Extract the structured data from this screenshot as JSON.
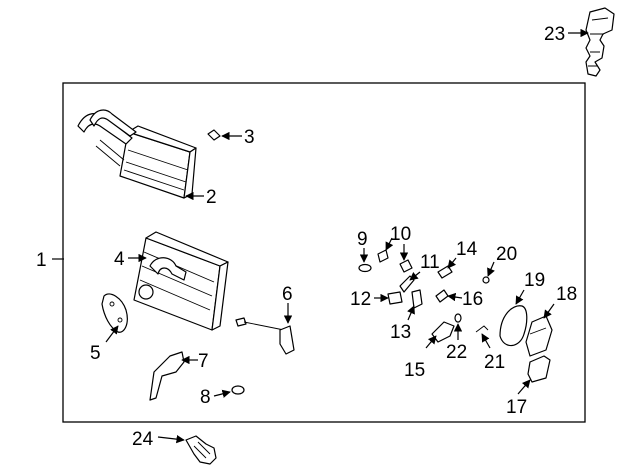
{
  "callouts": {
    "c1": "1",
    "c2": "2",
    "c3": "3",
    "c4": "4",
    "c5": "5",
    "c6": "6",
    "c7": "7",
    "c8": "8",
    "c9": "9",
    "c10": "10",
    "c11": "11",
    "c12": "12",
    "c13": "13",
    "c14": "14",
    "c15": "15",
    "c16": "16",
    "c17": "17",
    "c18": "18",
    "c19": "19",
    "c20": "20",
    "c21": "21",
    "c22": "22",
    "c23": "23",
    "c24": "24"
  },
  "icons": {
    "heater-core": "heater-core-icon",
    "evaporator-core": "evaporator-core-icon",
    "expansion-valve": "expansion-valve-icon",
    "thermistor": "thermistor-icon",
    "blower-motor-assembly": "blower-motor-icon",
    "small-hardware": "clip-icon"
  },
  "colors": {
    "line": "#000000",
    "background": "#ffffff"
  }
}
